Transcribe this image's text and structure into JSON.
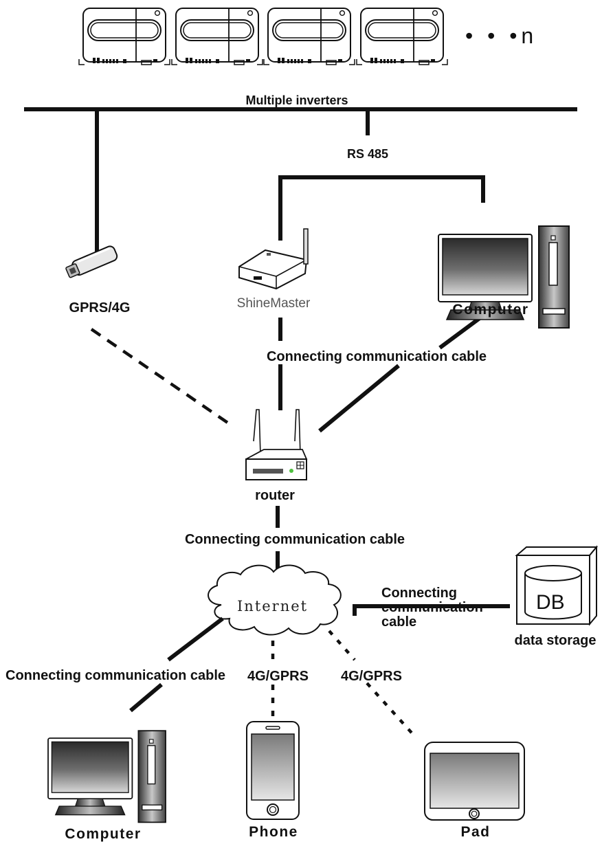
{
  "nodes": {
    "inverters": {
      "label": "Multiple inverters",
      "count_suffix": "• • •n"
    },
    "rs485": {
      "label": "RS 485"
    },
    "gprs_module": {
      "label": "GPRS/4G"
    },
    "shinemaster": {
      "label": "ShineMaster"
    },
    "computer_top": {
      "label": "Computer"
    },
    "router": {
      "label": "router"
    },
    "internet": {
      "label": "Internet"
    },
    "data_storage": {
      "label": "data storage",
      "icon_text": "DB"
    },
    "computer_bottom": {
      "label": "Computer"
    },
    "phone": {
      "label": "Phone"
    },
    "pad": {
      "label": "Pad"
    }
  },
  "edges": {
    "shinemaster_router": {
      "label": "Connecting communication cable"
    },
    "router_internet": {
      "label": "Connecting communication cable"
    },
    "internet_storage": {
      "label": "Connecting communication cable"
    },
    "internet_computer": {
      "label": "Connecting communication cable"
    },
    "internet_phone": {
      "label": "4G/GPRS"
    },
    "internet_pad": {
      "label": "4G/GPRS"
    }
  }
}
